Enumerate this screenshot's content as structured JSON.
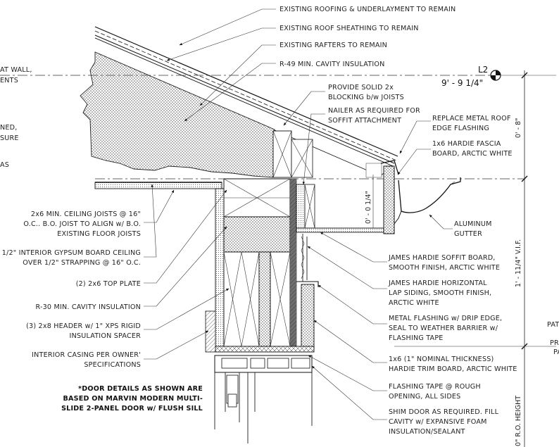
{
  "left_edge_labels": [
    "AT WALL,",
    "ENTS",
    "NED,",
    "SURE",
    "AS"
  ],
  "right_edge_labels": [
    "PAT",
    "PR",
    "PA"
  ],
  "level": {
    "tag": "L2",
    "elevation": "9' - 9 1/4\""
  },
  "dimensions": {
    "top": "0' - 8\"",
    "middle": "1' - 11/4\" V.I.F.",
    "bottom": "0\" R.O. HEIGHT",
    "inner": "0' - 0 1/4\""
  },
  "callouts_top": [
    "EXISTING ROOFING & UNDERLAYMENT TO REMAIN",
    "EXISTING ROOF SHEATHING TO REMAIN",
    "EXISTING RAFTERS TO REMAIN",
    "R-49 MIN. CAVITY INSULATION"
  ],
  "callouts_center": {
    "blocking": [
      "PROVIDE SOLID 2x",
      "BLOCKING b/w JOISTS"
    ],
    "nailer": [
      "NAILER AS REQUIRED FOR",
      "SOFFIT ATTACHMENT"
    ]
  },
  "callouts_right": {
    "flashing": [
      "REPLACE METAL ROOF",
      "EDGE FLASHING"
    ],
    "fascia": [
      "1x6 HARDIE FASCIA",
      "BOARD, ARCTIC WHITE"
    ],
    "gutter": [
      "ALUMINUM",
      "GUTTER"
    ],
    "soffit": [
      "JAMES HARDIE SOFFIT BOARD,",
      "SMOOTH FINISH, ARCTIC WHITE"
    ],
    "siding": [
      "JAMES HARDIE HORIZONTAL",
      "LAP SIDING, SMOOTH FINISH,",
      "ARCTIC WHITE"
    ],
    "metal_flashing": [
      "METAL FLASHING w/ DRIP EDGE,",
      "SEAL TO WEATHER BARRIER w/",
      "FLASHING TAPE"
    ],
    "trim": [
      "1x6 (1\" NOMINAL THICKNESS)",
      "HARDIE TRIM BOARD, ARCTIC WHITE"
    ],
    "tape": [
      "FLASHING TAPE @ ROUGH",
      "OPENING, ALL SIDES"
    ],
    "shim": [
      "SHIM DOOR AS REQUIRED. FILL",
      "CAVITY w/ EXPANSIVE FOAM",
      "INSULATION/SEALANT"
    ]
  },
  "callouts_left": {
    "joists": [
      "2x6 MIN. CEILING JOISTS @ 16\"",
      "O.C.. B.O. JOIST TO ALIGN w/ B.O.",
      "EXISTING FLOOR JOISTS"
    ],
    "gypsum": [
      "1/2\" INTERIOR GYPSUM BOARD CEILING",
      "OVER 1/2\" STRAPPING @ 16\" O.C."
    ],
    "top_plate": [
      "(2) 2x6 TOP PLATE"
    ],
    "r30": [
      "R-30 MIN. CAVITY INSULATION"
    ],
    "header": [
      "(3) 2x8 HEADER w/ 1\" XPS RIGID",
      "INSULATION SPACER"
    ],
    "casing": [
      "INTERIOR CASING PER OWNER'",
      "SPECIFICATIONS"
    ]
  },
  "door_note": [
    "*DOOR DETAILS AS SHOWN ARE",
    "BASED ON MARVIN MODERN MULTI-",
    "SLIDE 2-PANEL DOOR w/ FLUSH SILL"
  ]
}
